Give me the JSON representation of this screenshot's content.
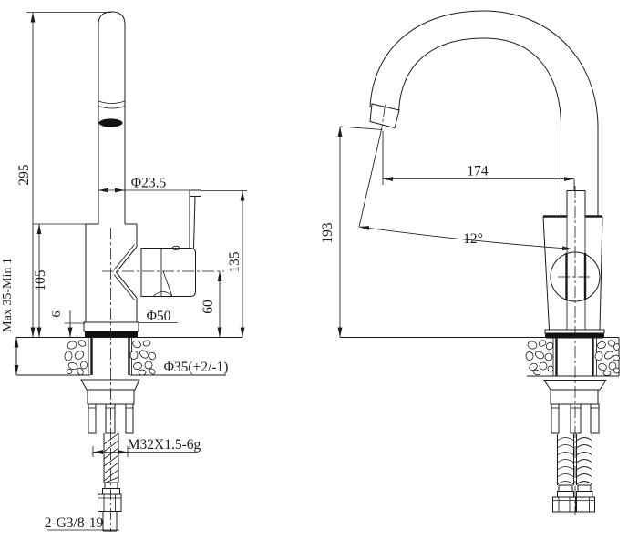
{
  "drawing": {
    "type": "faucet installation technical drawing",
    "views": [
      "front section view",
      "side view"
    ]
  },
  "labels": {
    "overall_height": "295",
    "spout_dia": "Φ23.5",
    "body_height": "105",
    "deck_thickness_range": "Max 35-Min 1",
    "gasket_thickness": "6",
    "base_dia": "Φ50",
    "handle_height": "135",
    "spout_axis_height": "60",
    "hole_dia": "Φ35(+2/-1)",
    "shank_thread": "M32X1.5-6g",
    "inlet_thread": "2-G3/8-19",
    "reach": "174",
    "tip_height": "193",
    "tilt_angle": "12°"
  },
  "colors": {
    "line": "#1b1b1b",
    "background": "#ffffff"
  }
}
